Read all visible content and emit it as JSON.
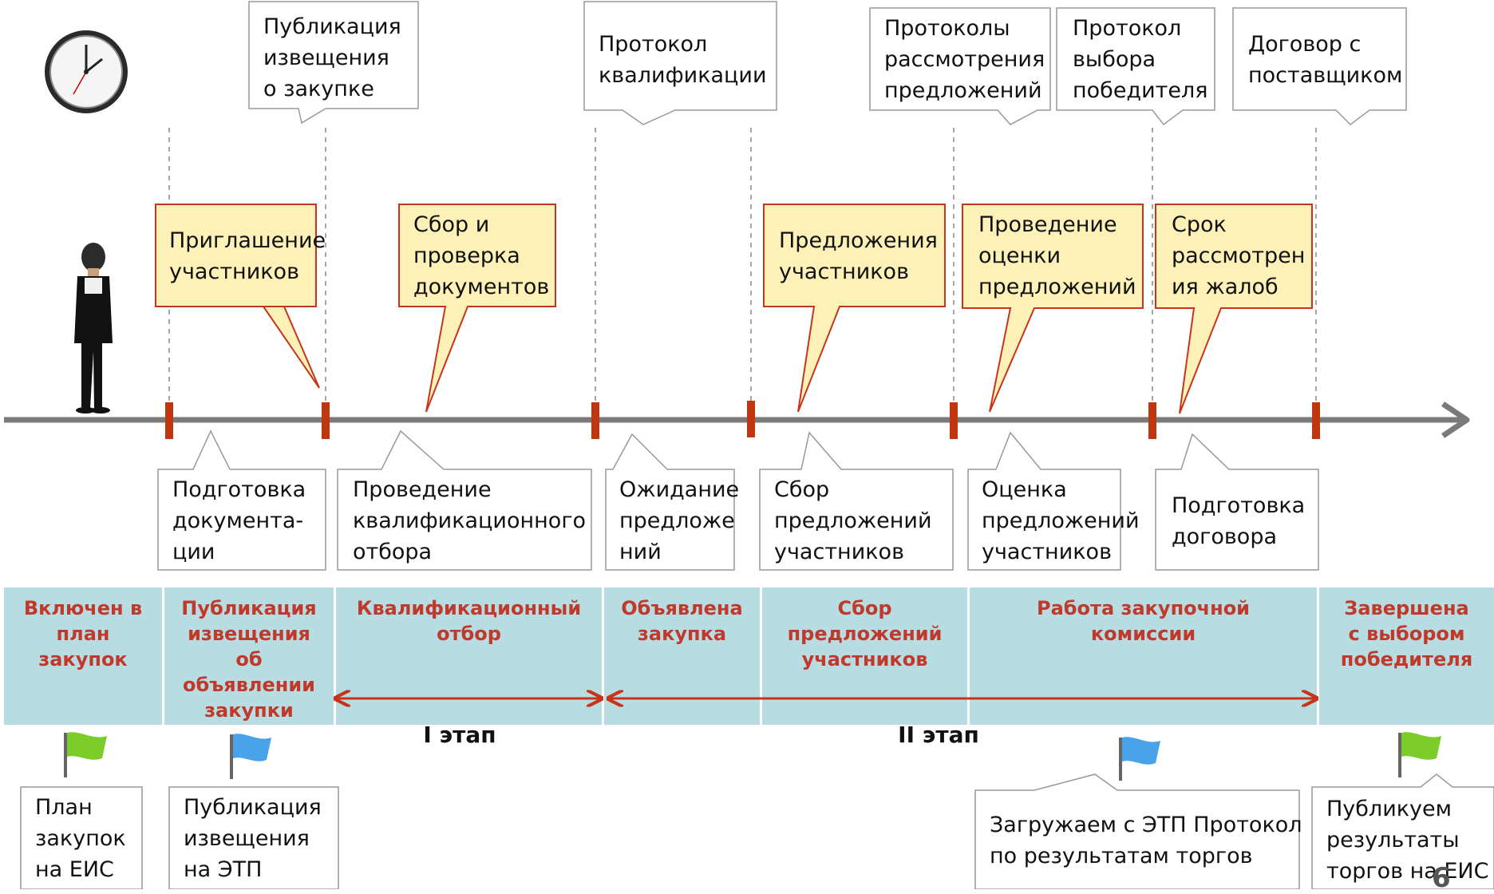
{
  "top_labels": [
    "Публикация\nизвещения\nо закупке",
    "Протокол\nквалификации",
    "Протоколы\nрассмотрения\nпредложений",
    "Протокол\nвыбора\nпобедителя",
    "Договор с\nпоставщиком"
  ],
  "callouts": [
    "Приглашение\nучастников",
    "Сбор и\nпроверка\nдокументов",
    "Предложения\nучастников",
    "Проведение\nоценки\nпредложений",
    "Срок\nрассмотрен\nия жалоб"
  ],
  "bottom_labels": [
    "Подготовка\nдокумента-\nции",
    "Проведение\nквалификационного\nотбора",
    "Ожидание\nпредложе\nний",
    "Сбор\nпредложений\nучастников",
    "Оценка\nпредложений\nучастников",
    "Подготовка\nдоговора"
  ],
  "stages": [
    "Включен в\nплан\nзакупок",
    "Публикация\nизвещения\nоб\nобъявлении\nзакупки",
    "Квалификационный\nотбор",
    "Объявлена\nзакупка",
    "Сбор\nпредложений\nучастников",
    "Работа закупочной\nкомиссии",
    "Завершена\nс выбором\nпобедителя"
  ],
  "etaps": [
    "I этап",
    "II этап"
  ],
  "flag_labels": [
    "План\nзакупок\nна ЕИС",
    "Публикация\nизвещения\nна ЭТП",
    "Загружаем с ЭТП Протокол\nпо результатам торгов",
    "Публикуем\nрезультаты\nторгов на ЕИС"
  ],
  "page_number": "6",
  "colors": {
    "timeline": "#7a7a7a",
    "tick": "#c0360e",
    "callout_fill": "#fdf1b8",
    "callout_border": "#c8341a",
    "band": "#b7dde3",
    "stage_text": "#c0392b",
    "arrow": "#c8341a",
    "flag_green": "#7ccc2a",
    "flag_blue": "#4aa3e8"
  },
  "icons": [
    "clock-icon",
    "person-icon",
    "green-flag-icon",
    "blue-flag-icon"
  ]
}
